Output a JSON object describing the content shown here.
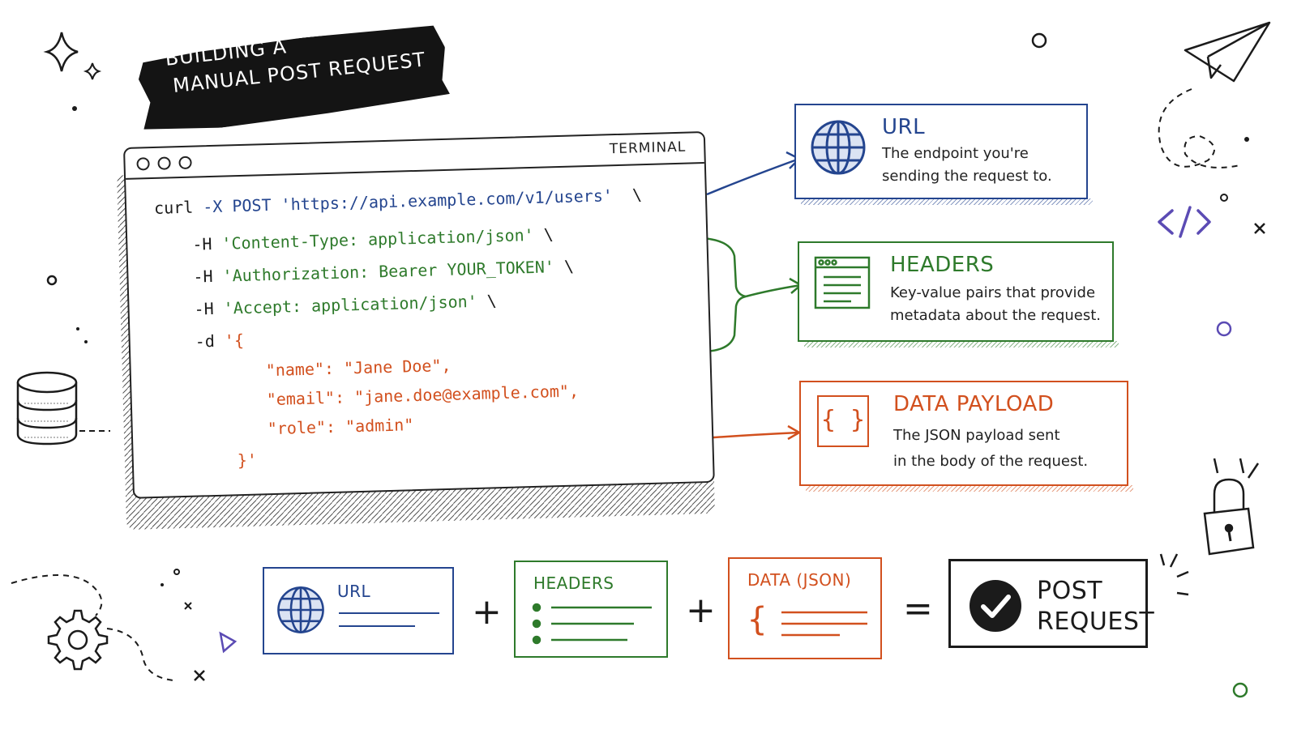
{
  "title": {
    "line1": "BUILDING A",
    "line2": "MANUAL POST REQUEST"
  },
  "terminal": {
    "label": "TERMINAL",
    "lines": [
      {
        "parts": [
          {
            "text": "curl ",
            "color": "dark"
          },
          {
            "text": "-X POST ",
            "color": "blue"
          },
          {
            "text": "'https://api.example.com/v1/users'",
            "color": "blue"
          },
          {
            "text": "  \\",
            "color": "dark"
          }
        ]
      },
      {
        "parts": [
          {
            "text": "-H ",
            "color": "dark"
          },
          {
            "text": "'Content-Type: application/json'",
            "color": "green"
          },
          {
            "text": " \\",
            "color": "dark"
          }
        ]
      },
      {
        "parts": [
          {
            "text": "-H ",
            "color": "dark"
          },
          {
            "text": "'Authorization: Bearer YOUR_TOKEN'",
            "color": "green"
          },
          {
            "text": " \\",
            "color": "dark"
          }
        ]
      },
      {
        "parts": [
          {
            "text": "-H ",
            "color": "dark"
          },
          {
            "text": "'Accept: application/json'",
            "color": "green"
          },
          {
            "text": " \\",
            "color": "dark"
          }
        ]
      },
      {
        "parts": [
          {
            "text": "-d ",
            "color": "dark"
          },
          {
            "text": "'{",
            "color": "orange"
          }
        ]
      },
      {
        "parts": [
          {
            "text": "\"name\": \"Jane Doe\",",
            "color": "orange"
          }
        ]
      },
      {
        "parts": [
          {
            "text": "\"email\": \"jane.doe@example.com\",",
            "color": "orange"
          }
        ]
      },
      {
        "parts": [
          {
            "text": "\"role\": \"admin\"",
            "color": "orange"
          }
        ]
      },
      {
        "parts": [
          {
            "text": "}'",
            "color": "orange"
          }
        ]
      }
    ]
  },
  "cards": {
    "url": {
      "title": "URL",
      "desc_line1": "The endpoint you're",
      "desc_line2": "sending the request to.",
      "icon": "globe-icon"
    },
    "headers": {
      "title": "HEADERS",
      "desc_line1": "Key-value pairs that provide",
      "desc_line2": "metadata about the request.",
      "icon": "document-window-icon"
    },
    "payload": {
      "title": "DATA PAYLOAD",
      "desc_line1": "The JSON payload sent",
      "desc_line2": "in the body of the request.",
      "icon": "curly-braces-icon",
      "braces": "{ }"
    }
  },
  "equation": {
    "url_label": "URL",
    "headers_label": "HEADERS",
    "data_label": "DATA (JSON)",
    "data_brace": "{",
    "plus": "+",
    "equals": "=",
    "result_line1": "POST",
    "result_line2": "REQUEST"
  },
  "colors": {
    "blue": "#24458f",
    "green": "#2e7a2b",
    "orange": "#d2501e",
    "dark": "#1b1b1b",
    "purple": "#5b4bb4"
  }
}
